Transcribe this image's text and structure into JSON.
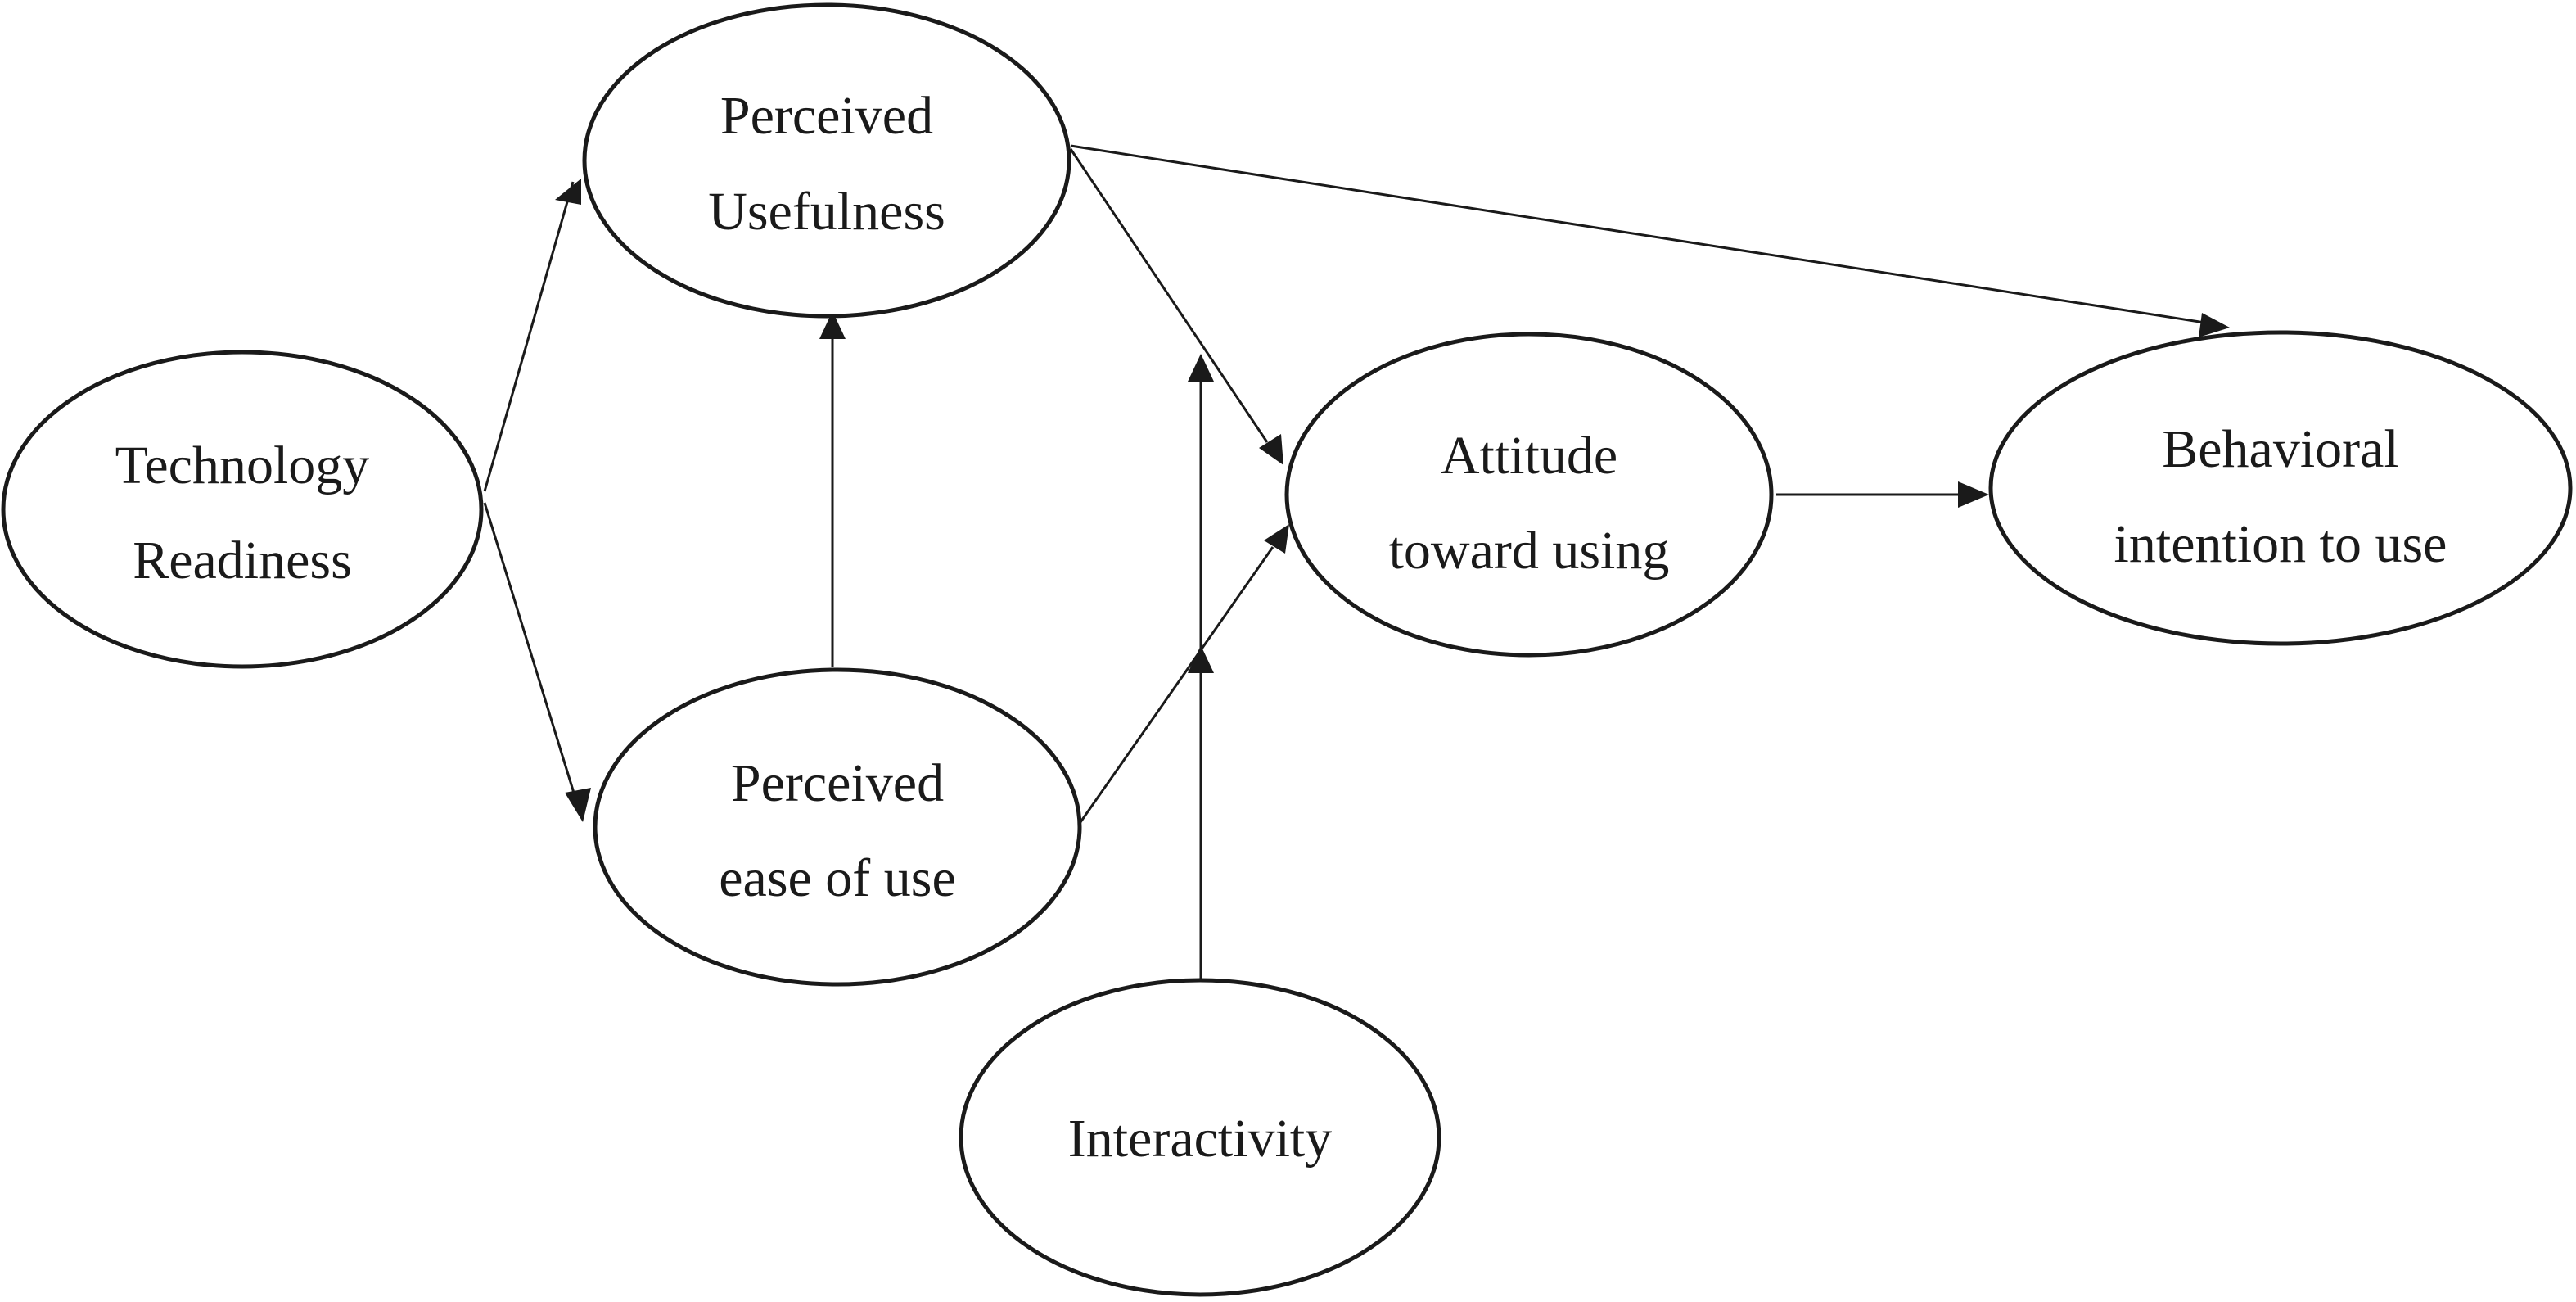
{
  "diagram": {
    "nodes": {
      "technology_readiness": {
        "line1": "Technology",
        "line2": "Readiness"
      },
      "perceived_usefulness": {
        "line1": "Perceived",
        "line2": "Usefulness"
      },
      "perceived_ease_of_use": {
        "line1": "Perceived",
        "line2": "ease of use"
      },
      "attitude_toward_using": {
        "line1": "Attitude",
        "line2": "toward using"
      },
      "behavioral_intention": {
        "line1": "Behavioral",
        "line2": "intention to use"
      },
      "interactivity": {
        "line1": "Interactivity"
      }
    },
    "edges": [
      {
        "from": "technology_readiness",
        "to": "perceived_usefulness"
      },
      {
        "from": "technology_readiness",
        "to": "perceived_ease_of_use"
      },
      {
        "from": "perceived_ease_of_use",
        "to": "perceived_usefulness"
      },
      {
        "from": "perceived_usefulness",
        "to": "attitude_toward_using"
      },
      {
        "from": "perceived_usefulness",
        "to": "behavioral_intention"
      },
      {
        "from": "perceived_ease_of_use",
        "to": "attitude_toward_using"
      },
      {
        "from": "attitude_toward_using",
        "to": "behavioral_intention"
      },
      {
        "from": "interactivity",
        "to": "perceived_usefulness-attitude_toward_using"
      },
      {
        "from": "interactivity",
        "to": "perceived_ease_of_use-attitude_toward_using"
      }
    ],
    "colors": {
      "stroke": "#1a1a1a",
      "background": "#ffffff"
    }
  }
}
